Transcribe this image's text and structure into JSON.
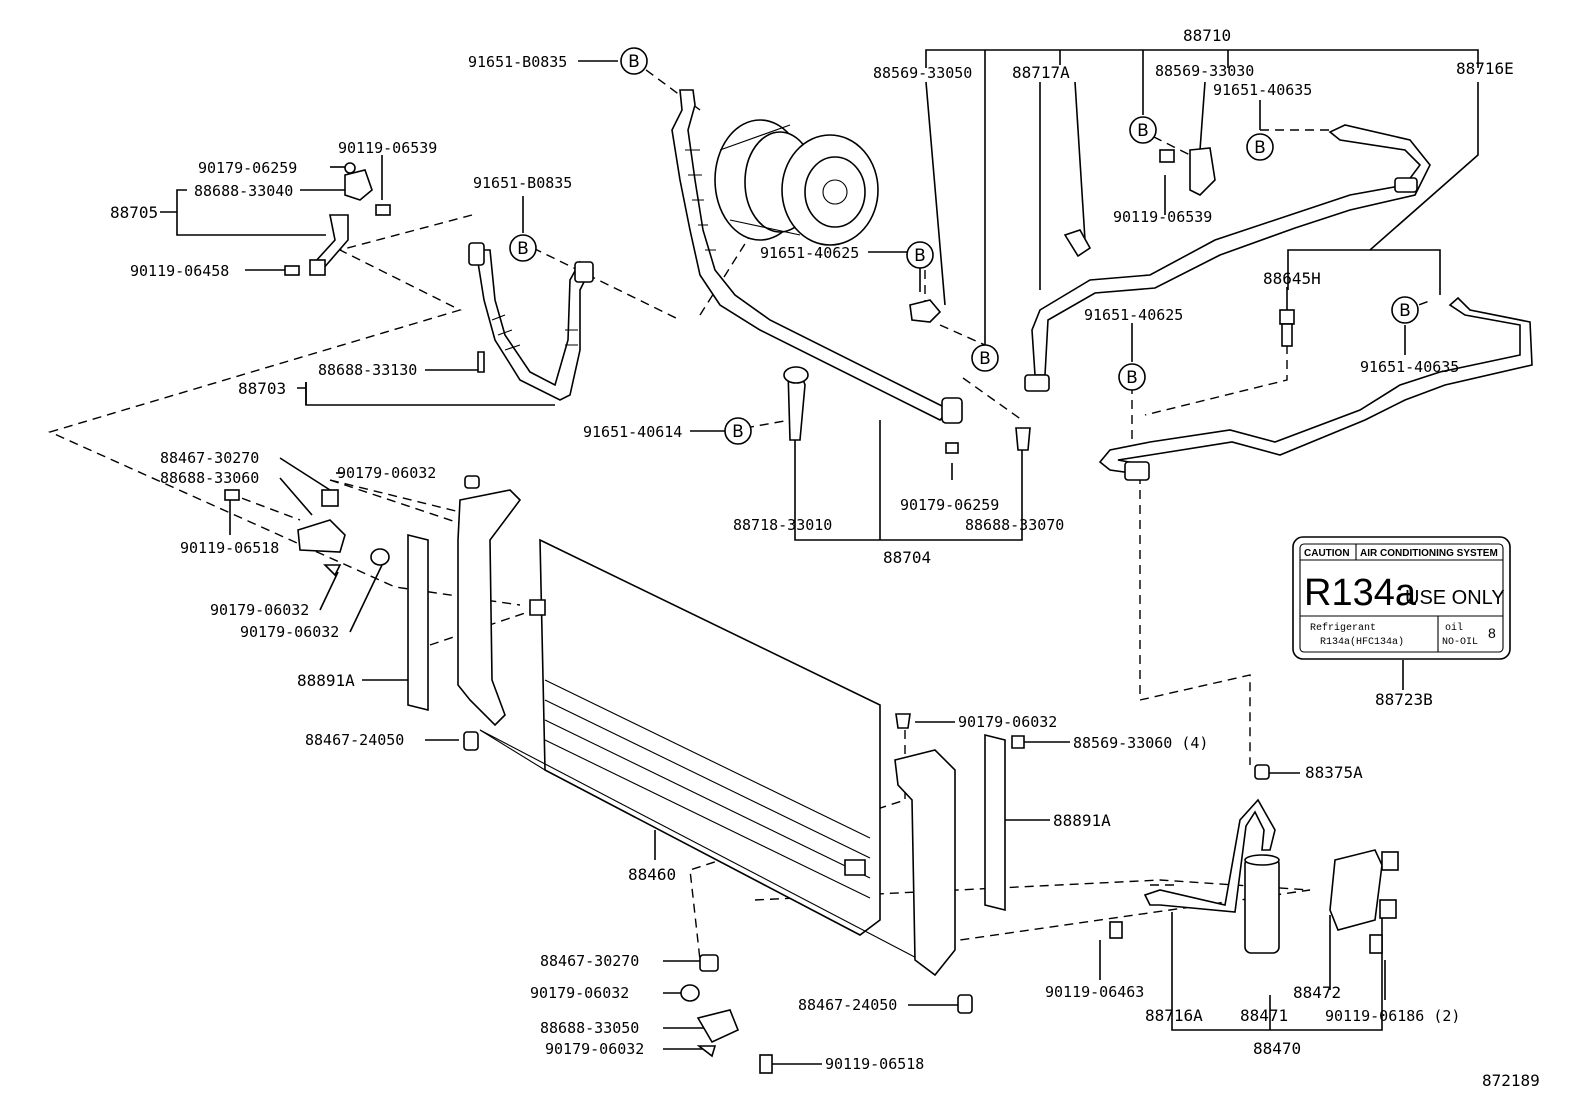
{
  "ref_marker": "B",
  "diagram_number": "872189",
  "caution_label": {
    "caution": "CAUTION",
    "title": "AIR CONDITIONING SYSTEM",
    "refrigerant_code": "R134a",
    "use_only": "USE ONLY",
    "refrigerant_heading": "Refrigerant",
    "refrigerant_type": "R134a(HFC134a)",
    "oil_heading": "oil",
    "oil_value": "NO-OIL",
    "oil_code": "8"
  },
  "parts": {
    "p01": "91651-B0835",
    "p02": "91651-B0835",
    "p03": "90119-06539",
    "p04": "90179-06259",
    "p05": "88688-33040",
    "p06": "88705",
    "p07": "90119-06458",
    "p08": "88688-33130",
    "p09": "88703",
    "p10": "88710",
    "p11": "88569-33050",
    "p12": "88717A",
    "p13": "88569-33030",
    "p14": "88716E",
    "p15": "91651-40635",
    "p16": "90119-06539",
    "p17": "91651-40625",
    "p18": "88645H",
    "p19": "91651-40625",
    "p20": "91651-40635",
    "p21": "91651-40614",
    "p22": "90179-06259",
    "p23": "88718-33010",
    "p24": "88688-33070",
    "p25": "88704",
    "p26": "88467-30270",
    "p27": "88688-33060",
    "p28": "90179-06032",
    "p29": "90119-06518",
    "p30": "90179-06032",
    "p31": "90179-06032",
    "p32": "88891A",
    "p33": "88467-24050",
    "p34": "90179-06032",
    "p35": "88569-33060 (4)",
    "p36": "88375A",
    "p37": "88891A",
    "p38": "88460",
    "p39": "88723B",
    "p40": "88467-30270",
    "p41": "90179-06032",
    "p42": "88688-33050",
    "p43": "90179-06032",
    "p44": "90119-06518",
    "p45": "88467-24050",
    "p46": "90119-06463",
    "p47": "88716A",
    "p48": "88471",
    "p49": "88472",
    "p50": "90119-06186 (2)",
    "p51": "88470"
  }
}
